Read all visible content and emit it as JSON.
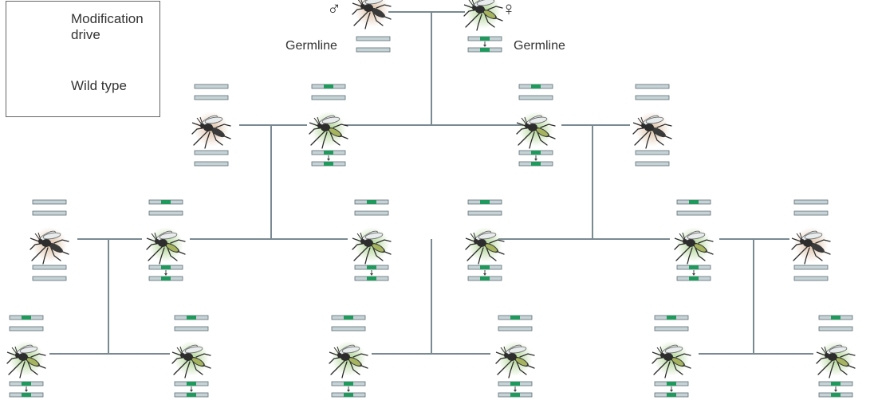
{
  "legend": {
    "modification_label": "Modification\ndrive",
    "wild_label": "Wild type"
  },
  "parents": {
    "male_symbol": "♂",
    "female_symbol": "♀",
    "male_germline_label": "Germline",
    "female_germline_label": "Germline"
  },
  "colors": {
    "line": "#7a8a92",
    "chromosome_fill": "#c5d3d6",
    "chromosome_stroke": "#5f6f75",
    "drive": "#1f9a5c",
    "wild_glow": "#d9b99b",
    "drive_glow": "#a8d18a"
  },
  "icons": {
    "mosquito": "mosquito-icon",
    "conversion_arrow": "arrow-down-icon"
  }
}
